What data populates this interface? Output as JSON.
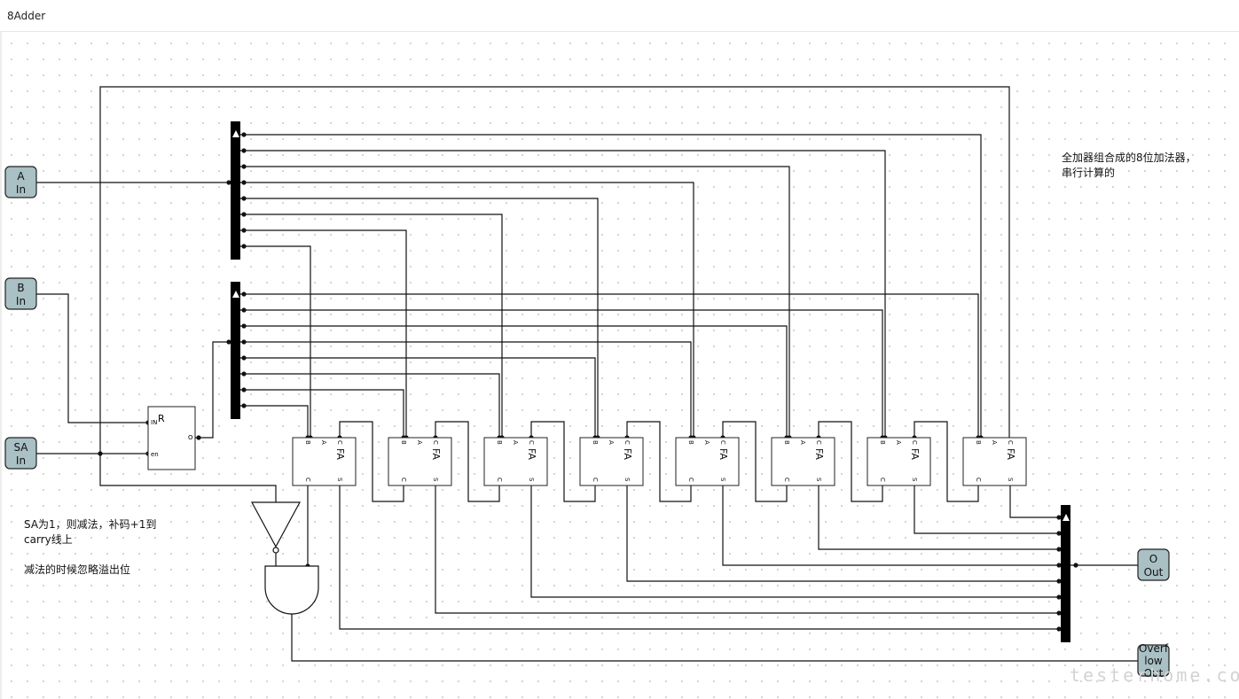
{
  "window": {
    "title": "8Adder"
  },
  "pins": {
    "a": {
      "line1": "A",
      "line2": "In",
      "color": "#a9c0c4"
    },
    "b": {
      "line1": "B",
      "line2": "In",
      "color": "#a9c0c4"
    },
    "sa": {
      "line1": "SA",
      "line2": "In",
      "color": "#a9c0c4"
    },
    "out": {
      "line1": "O",
      "line2": "Out",
      "color": "#a9c0c4"
    },
    "overflow": {
      "line1": "Overf",
      "line2": "low",
      "line3": "Out",
      "color": "#a9c0c4"
    }
  },
  "register": {
    "label": "R",
    "in_port": "IN",
    "en_port": "en",
    "out_port": "O"
  },
  "full_adder": {
    "label": "FA",
    "port_b": "B",
    "port_a": "A",
    "port_cin": "C",
    "port_cout": "C",
    "port_sum": "S"
  },
  "adder_count": 8,
  "notes": {
    "description": "全加器组合成的8位加法器，\n串行计算的",
    "sa_note": "SA为1，则减法，补码+1到\ncarry线上\n\n减法的时候忽略溢出位"
  },
  "watermark": "testerhome.com",
  "colors": {
    "wire": "#111111",
    "pin_fill": "#a9c0c4",
    "splitter": "#000000"
  }
}
